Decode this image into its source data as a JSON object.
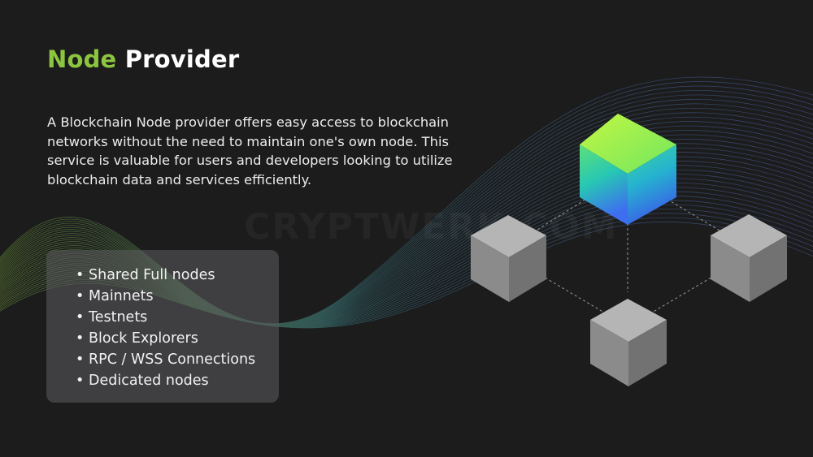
{
  "title": {
    "accent": "Node",
    "rest": "Provider"
  },
  "description": "A Blockchain Node provider offers easy access to blockchain networks without the need to maintain one's own node. This service is valuable for users and developers looking to utilize blockchain data and services efficiently.",
  "watermark": "CRYPTWERK.COM",
  "features": [
    "Shared Full nodes",
    "Mainnets",
    "Testnets",
    "Block Explorers",
    "RPC / WSS Connections",
    "Dedicated nodes"
  ],
  "colors": {
    "accent": "#8cc63f",
    "background": "#1c1c1d",
    "node_gradient_start": "#b6f536",
    "node_gradient_mid": "#2fd9a0",
    "node_gradient_end": "#3f6ff0",
    "gray_node": "#8a8a8a"
  },
  "diagram": {
    "nodes": [
      {
        "id": "main",
        "style": "gradient"
      },
      {
        "id": "left",
        "style": "gray"
      },
      {
        "id": "right",
        "style": "gray"
      },
      {
        "id": "bottom",
        "style": "gray"
      }
    ]
  }
}
